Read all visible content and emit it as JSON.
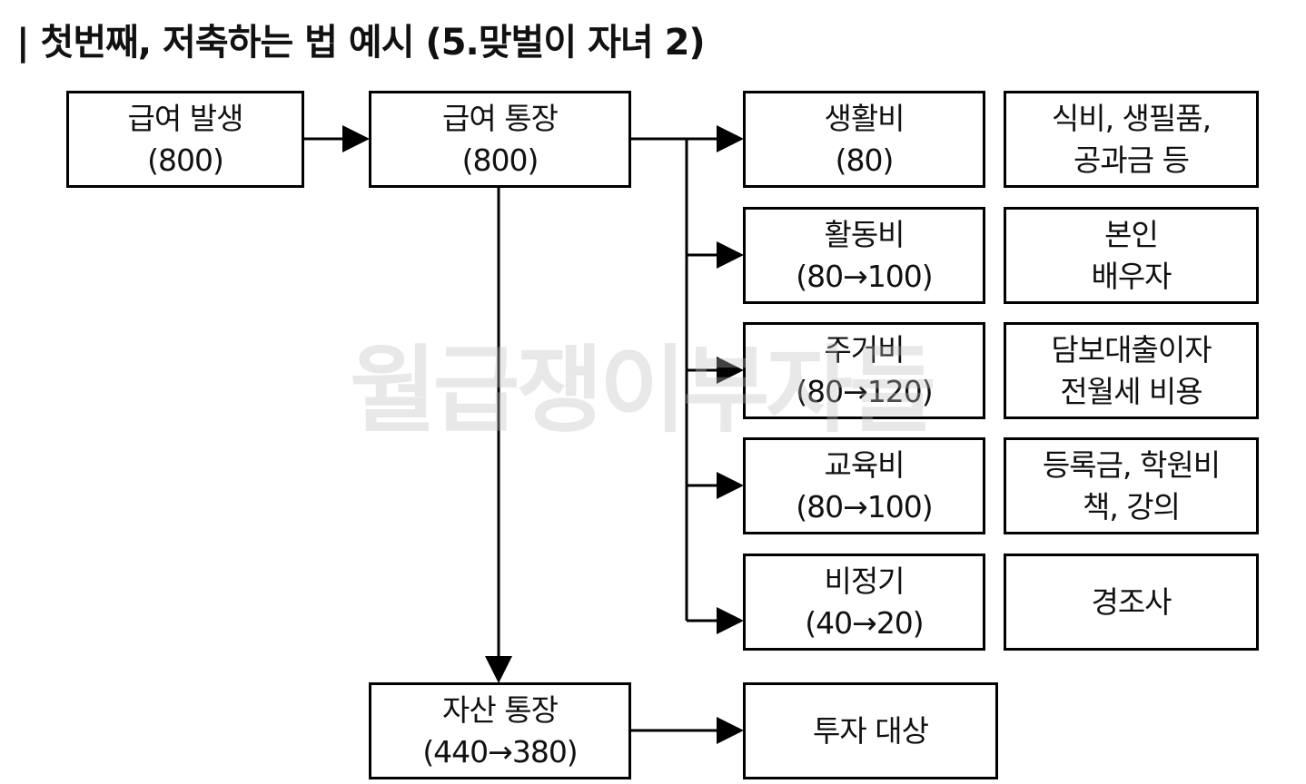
{
  "title": "| 첫번째, 저축하는 법 예시 (5.맞벌이 자녀 2)",
  "watermark": "월급쟁이부자들",
  "salary": {
    "label": "급여 발생",
    "value": "(800)"
  },
  "salary_account": {
    "label": "급여 통장",
    "value": "(800)"
  },
  "asset_account": {
    "label": "자산 통장",
    "value": "(440→380)"
  },
  "investment": {
    "label": "투자 대상"
  },
  "expenses": [
    {
      "label": "생활비",
      "value": "(80)",
      "desc1": "식비, 생필품,",
      "desc2": "공과금 등"
    },
    {
      "label": "활동비",
      "value": "(80→100)",
      "desc1": "본인",
      "desc2": "배우자"
    },
    {
      "label": "주거비",
      "value": "(80→120)",
      "desc1": "담보대출이자",
      "desc2": "전월세 비용"
    },
    {
      "label": "교육비",
      "value": "(80→100)",
      "desc1": "등록금, 학원비",
      "desc2": "책, 강의"
    },
    {
      "label": "비정기",
      "value": "(40→20)",
      "desc1": "경조사",
      "desc2": ""
    }
  ]
}
